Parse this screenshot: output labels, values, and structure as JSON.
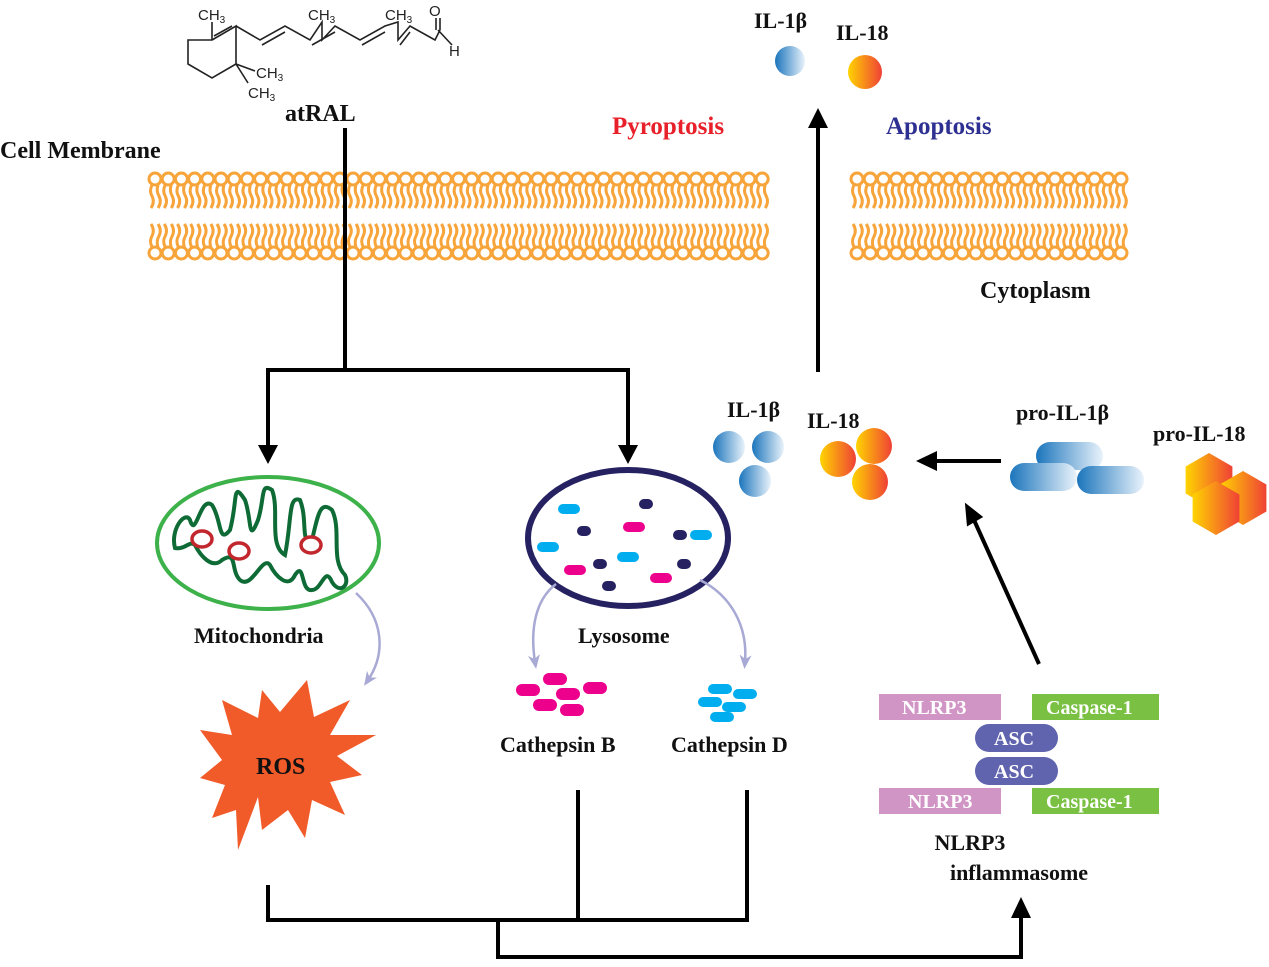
{
  "labels": {
    "compound": "atRAL",
    "cell_membrane": "Cell Membrane",
    "cytoplasm": "Cytoplasm",
    "pyroptosis": "Pyroptosis",
    "apoptosis": "Apoptosis",
    "il1b_released": "IL-1β",
    "il18_released": "IL-18",
    "il1b_mature": "IL-1β",
    "il18_mature": "IL-18",
    "pro_il1b": "pro-IL-1β",
    "pro_il18": "pro-IL-18",
    "mitochondria": "Mitochondria",
    "lysosome": "Lysosome",
    "ros": "ROS",
    "cathepsin_b": "Cathepsin B",
    "cathepsin_d": "Cathepsin D",
    "inflammasome_line1": "NLRP3",
    "inflammasome_line2": "inflammasome"
  },
  "molecule": {
    "ch3": "CH",
    "sub3": "3",
    "o": "O",
    "h": "H"
  },
  "inflammasome": {
    "nlrp3_top": "NLRP3",
    "caspase_top": "Caspase-1",
    "asc_top": "ASC",
    "asc_bottom": "ASC",
    "nlrp3_bottom": "NLRP3",
    "caspase_bottom": "Caspase-1"
  },
  "colors": {
    "membrane": "#F7A43A",
    "pyroptosis": "#E8202A",
    "apoptosis": "#2E3192",
    "mito_outer": "#3DB14A",
    "mito_inner": "#0E6B35",
    "mito_dots": "#C1272D",
    "lysosome_outline": "#262262",
    "cathepsin_b": "#EC008C",
    "cathepsin_d": "#00AEEF",
    "ros": "#F15A29",
    "nlrp3": "#D095C5",
    "caspase": "#7AC143",
    "asc": "#6063AE",
    "curved_arrow": "#A8A9D4"
  }
}
